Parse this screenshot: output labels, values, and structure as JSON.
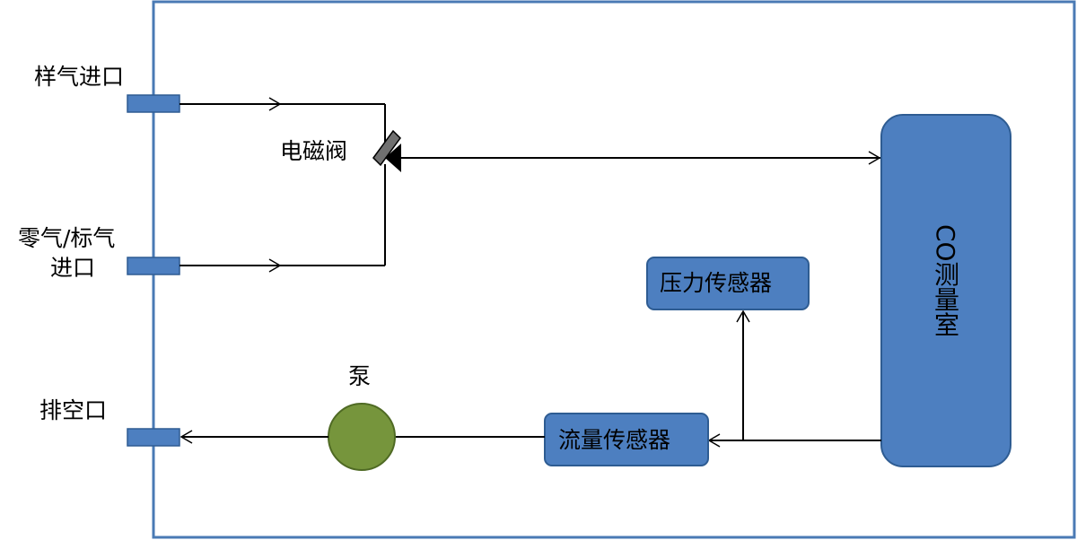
{
  "ports": {
    "sample_inlet": "样气进口",
    "zero_span_inlet_line1": "零气/标气",
    "zero_span_inlet_line2": "进口",
    "exhaust": "排空口"
  },
  "components": {
    "solenoid_valve": "电磁阀",
    "measurement_chamber": "CO测量室",
    "pressure_sensor": "压力传感器",
    "flow_sensor": "流量传感器",
    "pump": "泵"
  },
  "colors": {
    "frame": "#4a7ab4",
    "box_fill": "#4d7fc0",
    "box_border": "#2e5c92",
    "pump_fill": "#76953c",
    "pump_border": "#4f6a24",
    "line": "#000000"
  }
}
